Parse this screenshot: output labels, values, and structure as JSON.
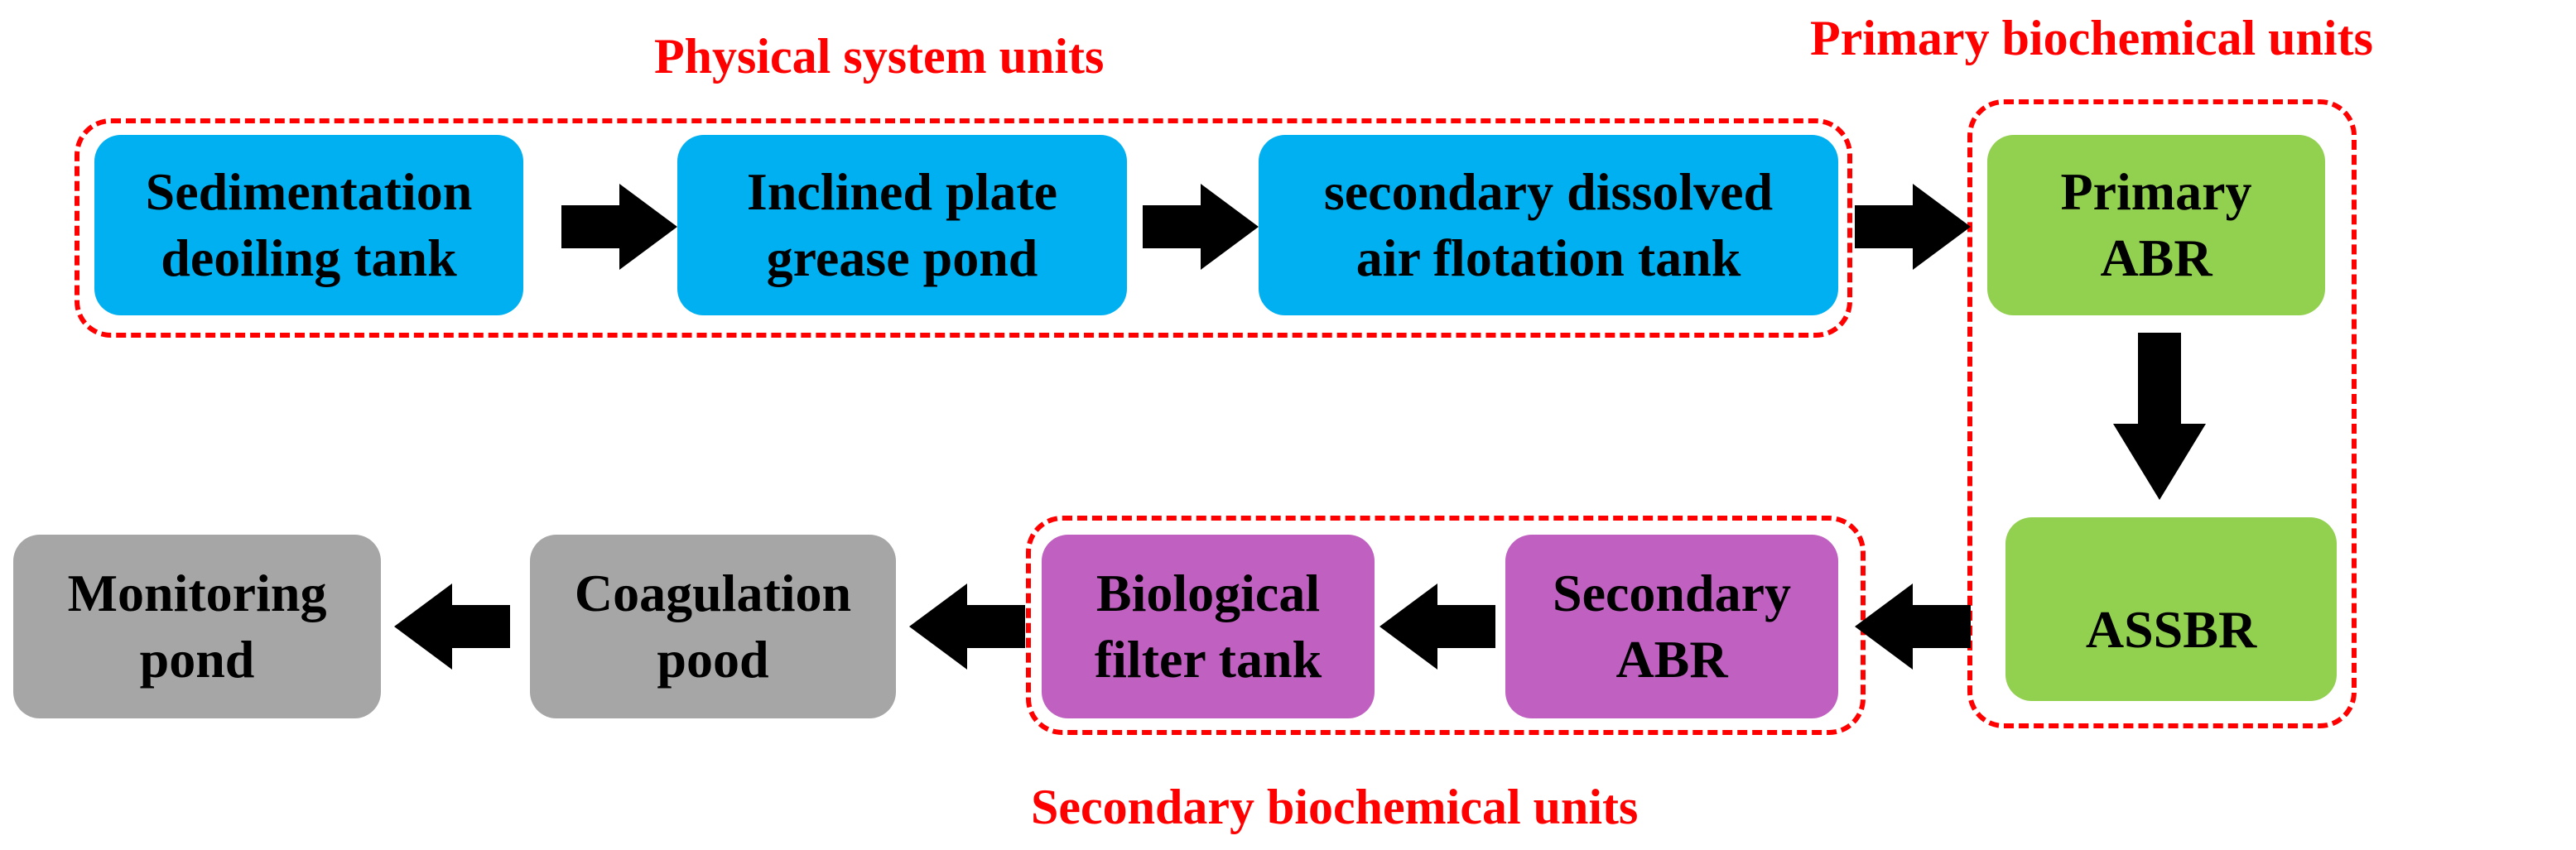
{
  "colors": {
    "group_outline": "#ff0000",
    "group_title": "#ff0000",
    "physical_unit": "#00b0f0",
    "primary_unit": "#92d050",
    "secondary_unit": "#c060c0",
    "final_unit": "#a6a6a6",
    "arrow": "#000000"
  },
  "groups": {
    "physical": {
      "title": "Physical system units"
    },
    "primary": {
      "title": "Primary biochemical units"
    },
    "secondary": {
      "title": "Secondary biochemical units"
    }
  },
  "units": {
    "sedimentation": {
      "line1": "Sedimentation",
      "line2": "deoiling tank"
    },
    "inclined": {
      "line1": "Inclined plate",
      "line2": "grease pond"
    },
    "flotation": {
      "line1": "secondary dissolved",
      "line2": "air flotation tank"
    },
    "primary_abr": {
      "line1": "Primary",
      "line2": "ABR"
    },
    "assbr": {
      "line1": "ASSBR"
    },
    "secondary_abr": {
      "line1": "Secondary",
      "line2": "ABR"
    },
    "biofilter": {
      "line1": "Biological",
      "line2": "filter tank"
    },
    "coagulation": {
      "line1": "Coagulation",
      "line2": "pood"
    },
    "monitoring": {
      "line1": "Monitoring",
      "line2": "pond"
    }
  },
  "arrows": [
    {
      "from": "sedimentation",
      "to": "inclined",
      "direction": "right"
    },
    {
      "from": "inclined",
      "to": "flotation",
      "direction": "right"
    },
    {
      "from": "flotation",
      "to": "primary_abr",
      "direction": "right"
    },
    {
      "from": "primary_abr",
      "to": "assbr",
      "direction": "down"
    },
    {
      "from": "assbr",
      "to": "secondary_abr",
      "direction": "left"
    },
    {
      "from": "secondary_abr",
      "to": "biofilter",
      "direction": "left"
    },
    {
      "from": "biofilter",
      "to": "coagulation",
      "direction": "left"
    },
    {
      "from": "coagulation",
      "to": "monitoring",
      "direction": "left"
    }
  ]
}
